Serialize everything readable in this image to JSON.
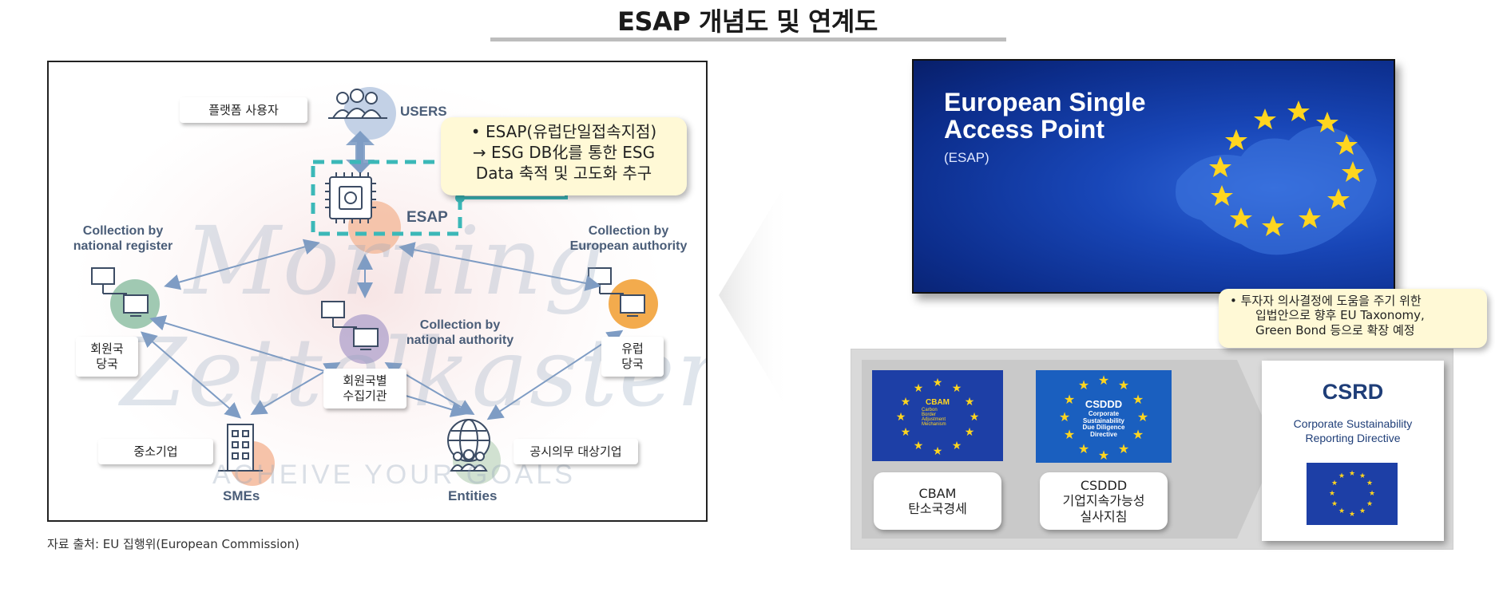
{
  "page": {
    "title": "ESAP 개념도 및 연계도",
    "source_note": "자료 출처: EU 집행위(European Commission)"
  },
  "diagram": {
    "platform_user_label": "플랫폼 사용자",
    "users_label": "USERS",
    "esap_label": "ESAP",
    "callout_lines": [
      "•  ESAP(유럽단일접속지점)",
      "→ ESG DB化를 통한 ESG",
      "Data 축적 및 고도화 추구"
    ],
    "collection_national_register": [
      "Collection by",
      "national register"
    ],
    "collection_european_authority": [
      "Collection by",
      "European authority"
    ],
    "collection_national_authority": [
      "Collection by",
      "national authority"
    ],
    "member_authority": [
      "회원국",
      "당국"
    ],
    "eu_authority": [
      "유럽",
      "당국"
    ],
    "member_collector": [
      "회원국별",
      "수집기관"
    ],
    "sme_label_kr": "중소기업",
    "sme_label": "SMEs",
    "disclosure_label_kr": "공시의무 대상기업",
    "entities_label": "Entities",
    "watermark": [
      "Morning",
      "Zettelkasten",
      "ACHEIVE YOUR GOALS"
    ],
    "colors": {
      "arrow": "#7e9cc4",
      "esap_box": "#3bb8b8",
      "green_circle": "#8fbfa5",
      "orange_circle": "#f2a23a",
      "purple_circle": "#b7a9cf",
      "peach_circle": "#f4b99a",
      "blue_circle": "#b9c9e2"
    }
  },
  "banner": {
    "title_lines": [
      "European Single",
      "Access Point"
    ],
    "subtitle": "(ESAP)"
  },
  "investor_callout": {
    "lines": [
      "•   투자자 의사결정에 도움을 주기 위한",
      "입법안으로 향후 EU Taxonomy,",
      "Green Bond 등으로 확장 예정"
    ]
  },
  "related": {
    "cbam_flag_lines": [
      "CBAM",
      "Carbon",
      "Border",
      "Adjustment",
      "Mechanism"
    ],
    "cbam_card": [
      "CBAM",
      "탄소국경세"
    ],
    "csddd_flag_lines": [
      "CSDDD",
      "Corporate",
      "Sustainability",
      "Due Diligence",
      "Directive"
    ],
    "csddd_card": [
      "CSDDD",
      "기업지속가능성",
      "실사지침"
    ],
    "csrd_title": "CSRD",
    "csrd_sub_lines": [
      "Corporate Sustainability",
      "Reporting Directive"
    ]
  }
}
